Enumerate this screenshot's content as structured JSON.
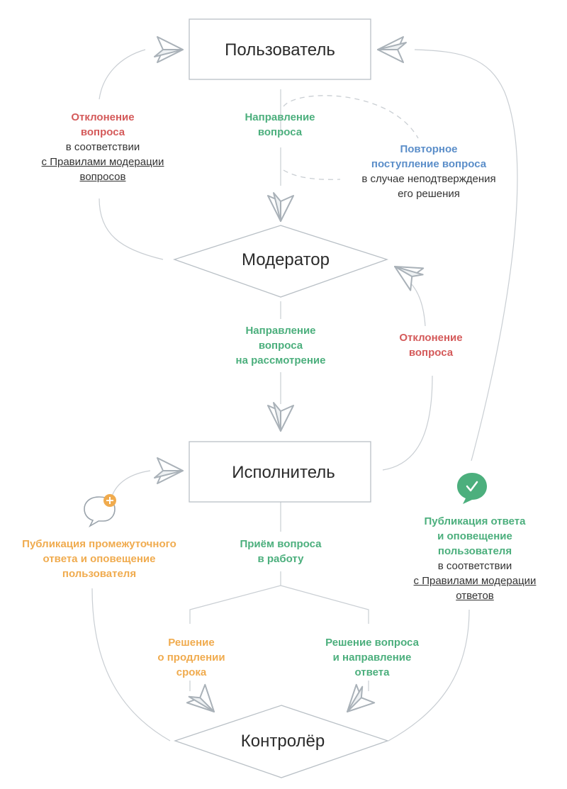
{
  "nodes": {
    "user": "Пользователь",
    "moderator": "Модератор",
    "executor": "Исполнитель",
    "controller": "Контролёр"
  },
  "labels": {
    "direction_question": [
      "Направление",
      "вопроса"
    ],
    "reject_user": {
      "colored": [
        "Отклонение",
        "вопроса"
      ],
      "plain": "в соответствии",
      "link": [
        "с Правилами модерации",
        "вопросов"
      ]
    },
    "repeat": {
      "colored": [
        "Повторное",
        "поступление вопроса"
      ],
      "plain": [
        "в случае неподтверждения",
        "его решения"
      ]
    },
    "direction_review": [
      "Направление",
      "вопроса",
      "на рассмотрение"
    ],
    "reject_mod": [
      "Отклонение",
      "вопроса"
    ],
    "interim": [
      "Публикация промежуточного",
      "ответа и оповещение",
      "пользователя"
    ],
    "accept": [
      "Приём вопроса",
      "в работу"
    ],
    "publish": {
      "colored": [
        "Публикация ответа",
        "и оповещение",
        "пользователя"
      ],
      "plain": "в соответствии",
      "link": [
        "с Правилами модерации",
        "ответов"
      ]
    },
    "extend": [
      "Решение",
      "о продлении",
      "срока"
    ],
    "solve": [
      "Решение вопроса",
      "и направление",
      "ответа"
    ]
  },
  "icons": {
    "interim": "speech-bubble-plus-icon",
    "publish": "chat-bubble-check-icon",
    "arrows": "paper-plane-icon"
  },
  "colors": {
    "green": "#4caf7d",
    "red": "#d45a5a",
    "blue": "#5b8ec9",
    "orange": "#f0ab4e",
    "line": "#c9ced3",
    "box_border": "#b9c0c6"
  }
}
